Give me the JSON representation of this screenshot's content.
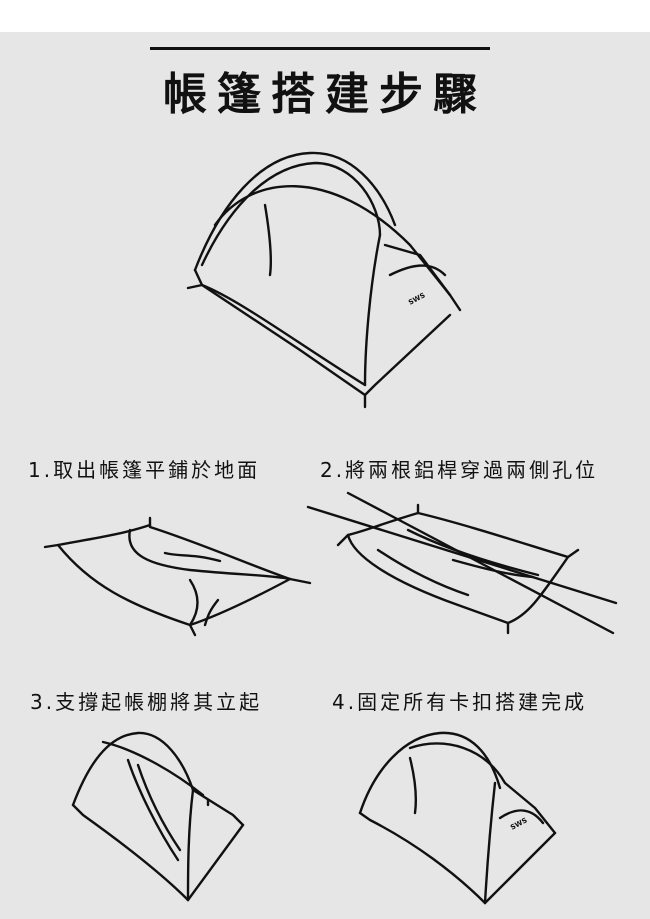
{
  "title": "帳篷搭建步驟",
  "logo_text": "SWS",
  "steps": [
    {
      "label": "1.取出帳篷平鋪於地面"
    },
    {
      "label": "2.將兩根鋁桿穿過兩側孔位"
    },
    {
      "label": "3.支撐起帳棚將其立起"
    },
    {
      "label": "4.固定所有卡扣搭建完成"
    }
  ]
}
